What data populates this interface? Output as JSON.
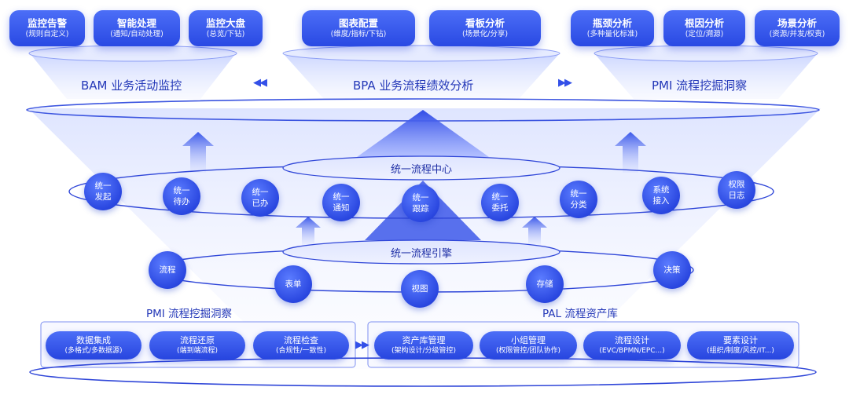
{
  "colors": {
    "primary": "#2f4be6",
    "light": "#cfd8ff",
    "line": "#2f46d8"
  },
  "top_buttons": [
    {
      "title": "监控告警",
      "sub": "(规则自定义)"
    },
    {
      "title": "智能处理",
      "sub": "(通知/自动处理)"
    },
    {
      "title": "监控大盘",
      "sub": "(总览/下钻)"
    },
    {
      "title": "图表配置",
      "sub": "(维度/指标/下钻)"
    },
    {
      "title": "看板分析",
      "sub": "(场景化/分享)"
    },
    {
      "title": "瓶颈分析",
      "sub": "(多种量化标准)"
    },
    {
      "title": "根因分析",
      "sub": "(定位/溯源)"
    },
    {
      "title": "场景分析",
      "sub": "(资源/并发/权责)"
    }
  ],
  "funnel_labels": {
    "left": "BAM 业务活动监控",
    "center": "BPA 业务流程绩效分析",
    "right": "PMI 流程挖掘洞察"
  },
  "center_ellipses": {
    "upper": "统一流程中心",
    "lower": "统一流程引擎"
  },
  "upper_nodes": [
    {
      "l1": "统一",
      "l2": "发起"
    },
    {
      "l1": "统一",
      "l2": "待办"
    },
    {
      "l1": "统一",
      "l2": "已办"
    },
    {
      "l1": "统一",
      "l2": "通知"
    },
    {
      "l1": "统一",
      "l2": "跟踪"
    },
    {
      "l1": "统一",
      "l2": "委托"
    },
    {
      "l1": "统一",
      "l2": "分类"
    },
    {
      "l1": "系统",
      "l2": "接入"
    },
    {
      "l1": "权限",
      "l2": "日志"
    }
  ],
  "lower_nodes": [
    {
      "l1": "流程"
    },
    {
      "l1": "表单"
    },
    {
      "l1": "视图"
    },
    {
      "l1": "存储"
    },
    {
      "l1": "决策"
    }
  ],
  "section_labels": {
    "left": "PMI 流程挖掘洞察",
    "right": "PAL 流程资产库"
  },
  "bottom_left": [
    {
      "title": "数据集成",
      "sub": "(多格式/多数据源)"
    },
    {
      "title": "流程还原",
      "sub": "(端到端流程)"
    },
    {
      "title": "流程检查",
      "sub": "(合规性/一致性)"
    }
  ],
  "bottom_right": [
    {
      "title": "资产库管理",
      "sub": "(架构设计/分级管控)"
    },
    {
      "title": "小组管理",
      "sub": "(权限管控/团队协作)"
    },
    {
      "title": "流程设计",
      "sub": "(EVC/BPMN/EPC...)"
    },
    {
      "title": "要素设计",
      "sub": "(组织/制度/风控/IT...)"
    }
  ]
}
